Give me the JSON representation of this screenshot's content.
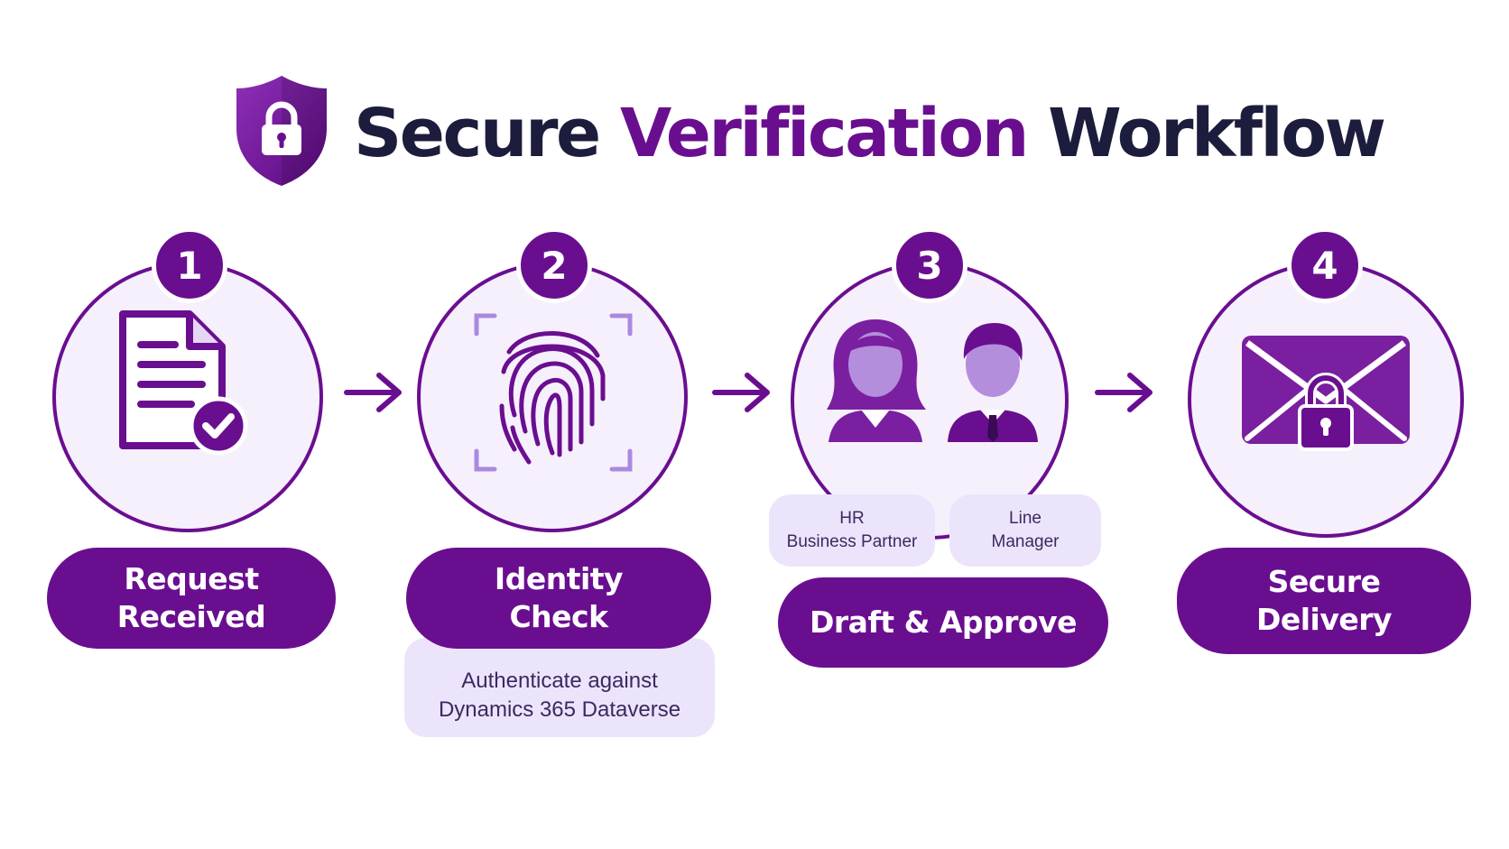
{
  "header": {
    "title_part1": "Secure",
    "title_part2": "Verification",
    "title_part3": "Workflow",
    "icon": "shield-lock-icon"
  },
  "colors": {
    "primary": "#6a0e90",
    "dark_text": "#1c1c3c",
    "light_fill": "#f6f0fc",
    "note_fill": "#ece4fb"
  },
  "steps": [
    {
      "number": "1",
      "label_line1": "Request",
      "label_line2": "Received",
      "icon": "document-check-icon"
    },
    {
      "number": "2",
      "label_line1": "Identity",
      "label_line2": "Check",
      "icon": "fingerprint-icon",
      "note_line1": "Authenticate against",
      "note_line2": "Dynamics 365 Dataverse"
    },
    {
      "number": "3",
      "label": "Draft & Approve",
      "icon": "people-icon",
      "roles": [
        {
          "line1": "HR",
          "line2": "Business Partner"
        },
        {
          "line1": "Line",
          "line2": "Manager"
        }
      ]
    },
    {
      "number": "4",
      "label_line1": "Secure",
      "label_line2": "Delivery",
      "icon": "envelope-lock-icon"
    }
  ]
}
